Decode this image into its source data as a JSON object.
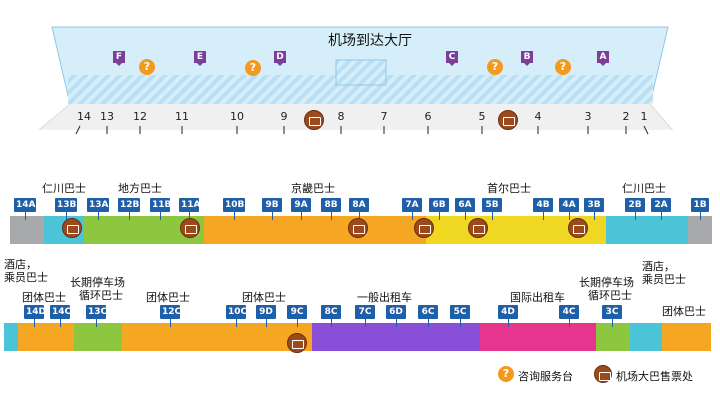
{
  "terminal": {
    "title": "机场到达大厅",
    "gates": [
      "F",
      "E",
      "D",
      "C",
      "B",
      "A"
    ],
    "info_symbol": "?",
    "doors": [
      "14",
      "13",
      "12",
      "11",
      "10",
      "9",
      "8",
      "7",
      "6",
      "5",
      "4",
      "3",
      "2",
      "1"
    ]
  },
  "upper_zones": {
    "incheon_left": "仁川巴士",
    "local": "地方巴士",
    "gyeonggi": "京畿巴士",
    "seoul": "首尔巴士",
    "incheon_right": "仁川巴士"
  },
  "upper_stops": [
    "14A",
    "13B",
    "13A",
    "12B",
    "11B",
    "11A",
    "10B",
    "9B",
    "9A",
    "8B",
    "8A",
    "7A",
    "6B",
    "6A",
    "5B",
    "4B",
    "4A",
    "3B",
    "2B",
    "2A",
    "1B"
  ],
  "lower_zones": {
    "hotel_left_1": "酒店，",
    "hotel_left_2": "乘员巴士",
    "group_1": "团体巴士",
    "long_parking_left_1": "长期停车场",
    "long_parking_left_2": "循环巴士",
    "group_2": "团体巴士",
    "group_3": "团体巴士",
    "general_taxi": "一般出租车",
    "intl_taxi": "国际出租车",
    "long_parking_right_1": "长期停车场",
    "long_parking_right_2": "循环巴士",
    "hotel_right_1": "酒店，",
    "hotel_right_2": "乘员巴士",
    "group_4": "团体巴士"
  },
  "lower_stops": [
    "14D",
    "14C",
    "13C",
    "12C",
    "10C",
    "9D",
    "9C",
    "8C",
    "7C",
    "6D",
    "6C",
    "5C",
    "4D",
    "4C",
    "3C"
  ],
  "legend": {
    "info": "咨询服务台",
    "ticket": "机场大巴售票处"
  },
  "colors": {
    "terminal_fill": "#d6eefa",
    "terminal_stripe": "#b8dff4",
    "stop_blue": "#1f5fa8",
    "gate_purple": "#7b3f98",
    "info_orange": "#f39a1e",
    "ticket_brown": "#9b4a1e",
    "gray": "#a7a9ac",
    "cyan": "#4cc4d8",
    "green": "#8dc63f",
    "orange": "#f5a623",
    "yellow": "#f0d722",
    "purple": "#8a4fd8",
    "magenta": "#e6358e",
    "lime": "#8dc63f"
  }
}
